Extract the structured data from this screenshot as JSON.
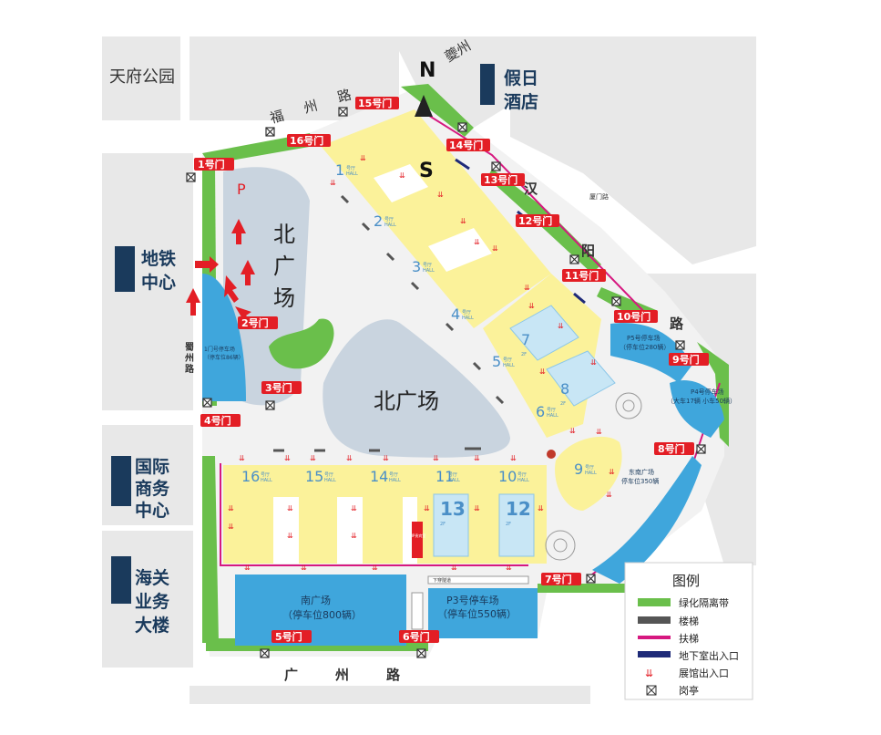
{
  "places": {
    "tianfu_park": "天府公园",
    "holiday_hotel": [
      "假日",
      "酒店"
    ],
    "metro_center": [
      "地铁",
      "中心"
    ],
    "intl_business": [
      "国际",
      "商务",
      "中心"
    ],
    "customs": [
      "海关",
      "业务",
      "大楼"
    ]
  },
  "roads": {
    "fuzhou": [
      "福",
      "州",
      "路"
    ],
    "kuizhou": "夔州",
    "hanyang": [
      "汉",
      "阳",
      "路"
    ],
    "guangzhou": [
      "广",
      "州",
      "路"
    ],
    "shuzhou": [
      "蜀",
      "州",
      "路"
    ]
  },
  "compass": {
    "north": "N",
    "south": "S"
  },
  "plazas": {
    "north_plaza_1": [
      "北",
      "广",
      "场"
    ],
    "north_plaza_2": "北广场",
    "parking_p": "P",
    "south_plaza": {
      "name": "南广场",
      "capacity": "（停车位800辆）"
    },
    "east_south_plaza": {
      "name": "东南广场",
      "capacity": "停车位350辆"
    }
  },
  "parking": {
    "p3": {
      "name": "P3号停车场",
      "capacity": "（停车位550辆）"
    },
    "p5": {
      "name": "P5号停车场",
      "capacity": "（停车位280辆）"
    },
    "p4": {
      "name": "P4号停车场",
      "capacity": "（大车17辆 小车50辆）"
    },
    "gate1_lot": {
      "name": "1门号停车场",
      "capacity": "（停车位86辆）"
    }
  },
  "gates": [
    {
      "id": "g1",
      "label": "1号门"
    },
    {
      "id": "g2",
      "label": "2号门"
    },
    {
      "id": "g3",
      "label": "3号门"
    },
    {
      "id": "g4",
      "label": "4号门"
    },
    {
      "id": "g5",
      "label": "5号门"
    },
    {
      "id": "g6",
      "label": "6号门"
    },
    {
      "id": "g7",
      "label": "7号门"
    },
    {
      "id": "g8",
      "label": "8号门"
    },
    {
      "id": "g9",
      "label": "9号门"
    },
    {
      "id": "g10",
      "label": "10号门"
    },
    {
      "id": "g11",
      "label": "11号门"
    },
    {
      "id": "g12",
      "label": "12号门"
    },
    {
      "id": "g13",
      "label": "13号门"
    },
    {
      "id": "g14",
      "label": "14号门"
    },
    {
      "id": "g15",
      "label": "15号门"
    },
    {
      "id": "g16",
      "label": "16号门"
    }
  ],
  "halls": {
    "hall_suffix": "号厅",
    "hall_en": "HALL",
    "floor_2f": "2F",
    "list": [
      "1",
      "2",
      "3",
      "4",
      "5",
      "6",
      "7",
      "8",
      "9",
      "10",
      "11",
      "12",
      "13",
      "14",
      "15",
      "16"
    ]
  },
  "vip": "VIP贵宾室",
  "underground_label": "下穿隧道",
  "east_gate_small": "厦门路",
  "legend": {
    "title": "图例",
    "items": [
      {
        "label": "绿化隔离带",
        "color": "#6abf4b"
      },
      {
        "label": "楼梯",
        "color": "#555555"
      },
      {
        "label": "扶梯",
        "color": "#d6187f"
      },
      {
        "label": "地下室出入口",
        "color": "#1e2a78"
      },
      {
        "label": "展馆出入口",
        "color": "#e31e25"
      },
      {
        "label": "岗亭",
        "color": "#333333"
      }
    ]
  },
  "colors": {
    "hall_yellow": "#fbf29a",
    "plaza_grey": "#c9d4df",
    "parking_blue": "#3fa6dc",
    "green": "#6abf4b",
    "escalator": "#d6187f",
    "gate_red": "#e31e25"
  }
}
